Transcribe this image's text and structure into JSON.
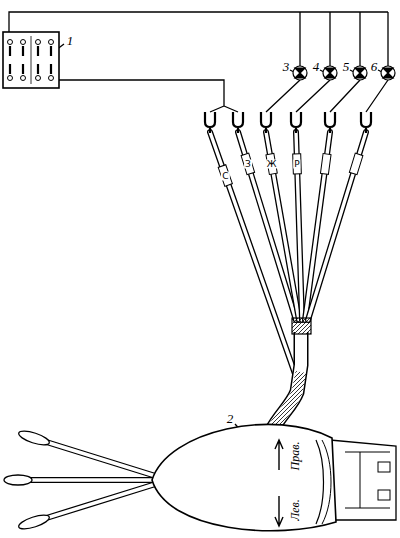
{
  "diagram": {
    "labels": [
      "1",
      "2",
      "3",
      "4",
      "5",
      "6",
      "С",
      "З",
      "Ж",
      "Р",
      "Прав.",
      "Лев."
    ]
  }
}
